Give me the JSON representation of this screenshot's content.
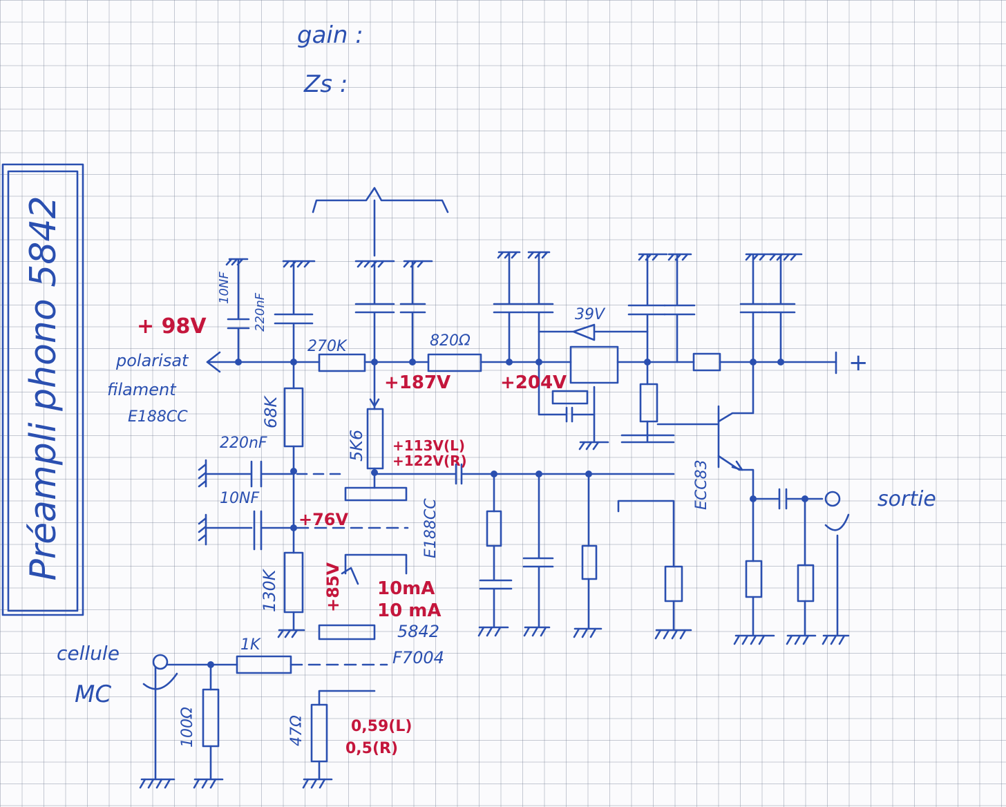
{
  "header": {
    "gain": "gain :",
    "zs": "Zs :"
  },
  "title": "Préampli phono 5842",
  "labels": {
    "plus_98v": "+ 98V",
    "polarisation": "polarisat",
    "filament": "filament",
    "tube_e188cc_left": "E188CC",
    "cap_10nf_top": "10NF",
    "cap_220nf_top": "220nF",
    "res_270k": "270K",
    "plus_187v": "+187V",
    "res_820": "820Ω",
    "plus_204v": "+204V",
    "zener_39v": "39V",
    "plus_sign": "+",
    "res_68k": "68K",
    "cap_220nf_left": "220nF",
    "res_5k6": "5K6",
    "v_113_122": "+113V(L)\n+122V(R)",
    "cap_10nf_left": "10NF",
    "plus_76v": "+76V",
    "tube_e188cc_mid": "E188CC",
    "tube_ecc83": "ECC83",
    "res_130k": "130K",
    "plus_85v": "+85V",
    "current": "10mA",
    "current2": "10 mA",
    "tube_5842": "5842",
    "tube_f7004": "F7004",
    "cellule": "cellule",
    "mc": "MC",
    "res_1k": "1K",
    "res_100": "100Ω",
    "res_47": "47Ω",
    "v_059_l": "0,59(L)",
    "v_05_r": "0,5(R)",
    "sortie": "sortie"
  }
}
